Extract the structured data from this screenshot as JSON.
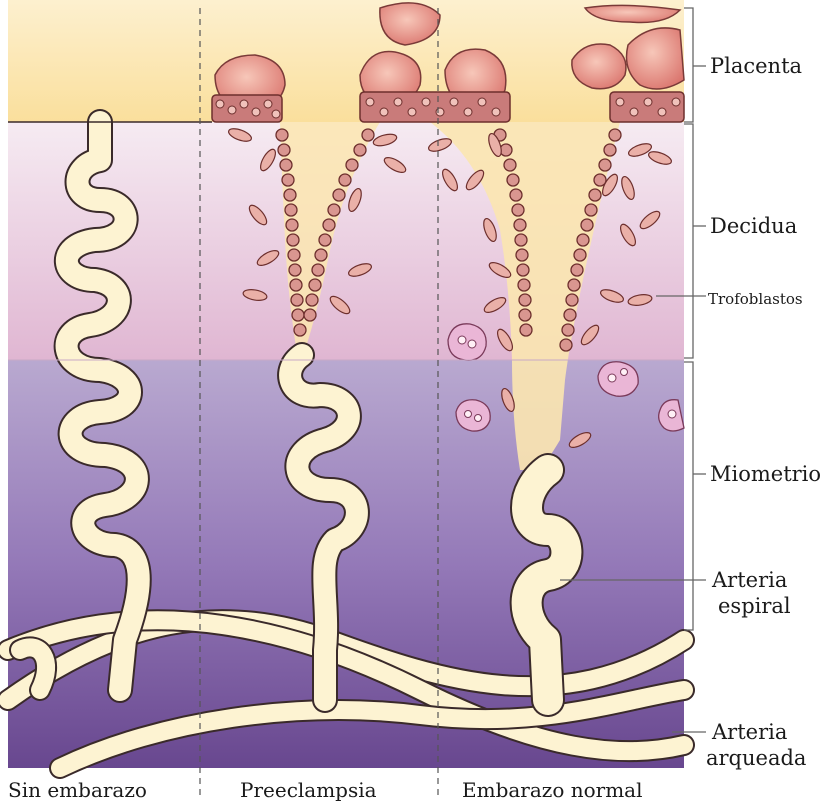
{
  "labels": {
    "placenta": "Placenta",
    "decidua": "Decidua",
    "trofoblastos": "Trofoblastos",
    "miometrio": "Miometrio",
    "arteria_espiral_1": "Arteria",
    "arteria_espiral_2": "espiral",
    "arteria_arqueada_1": "Arteria",
    "arteria_arqueada_2": "arqueada"
  },
  "columns": {
    "sin_embarazo": "Sin embarazo",
    "preeclampsia": "Preeclampsia",
    "embarazo_normal": "Embarazo normal"
  },
  "colors": {
    "placenta_band": "#fbe3a6",
    "decidua_top": "#f4e4ef",
    "decidua_bottom": "#e2b9d4",
    "miometrio_top": "#b8a6cf",
    "miometrio_bottom": "#6d4d93",
    "artery": "#fdf3d2",
    "outline": "#3a2a2a",
    "cell": "#e8a39a",
    "cell_dark": "#9c4a46",
    "immune_cell": "#e9b4d4"
  }
}
